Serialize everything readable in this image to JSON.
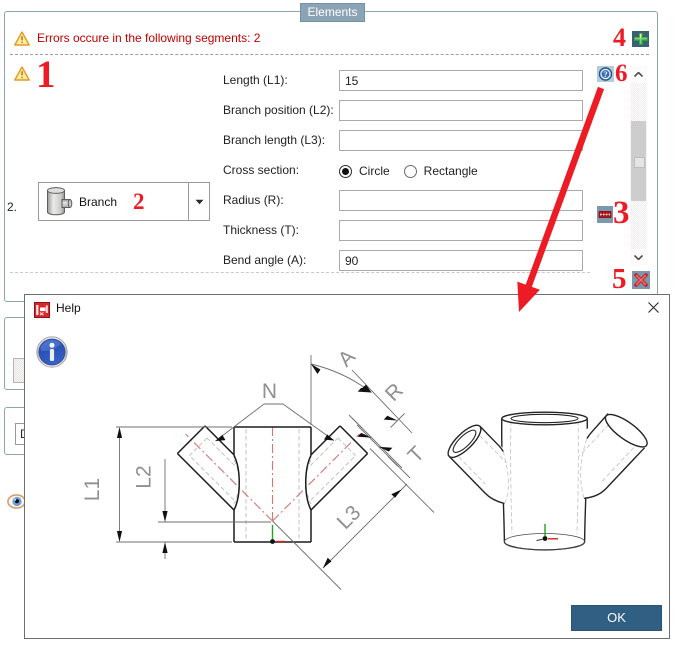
{
  "colors": {
    "panel_border": "#8ca4b6",
    "tab_fill": "#8ba3b5",
    "error_red": "#c00000",
    "annotation_red": "#ed1c24",
    "ok_button": "#305f83",
    "icon_square_blue": "#7d98ac",
    "add_icon_bg": "#3a5f78"
  },
  "elements_panel": {
    "tab_label": "Elements",
    "error_banner": "Errors occure in the following segments: 2",
    "segment": {
      "index_label": "2.",
      "type_label": "Branch",
      "type_icon": "pipe-branch-icon"
    },
    "form": {
      "rows": [
        {
          "label": "Length (L1):",
          "value": "15"
        },
        {
          "label": "Branch position (L2):",
          "value": ""
        },
        {
          "label": "Branch length (L3):",
          "value": ""
        },
        {
          "label": "Cross section:",
          "value": ""
        },
        {
          "label": "Radius (R):",
          "value": ""
        },
        {
          "label": "Thickness (T):",
          "value": ""
        },
        {
          "label": "Bend angle (A):",
          "value": "90"
        }
      ],
      "cross_section": {
        "options": [
          "Circle",
          "Rectangle"
        ],
        "selected": "Circle"
      }
    }
  },
  "callouts": {
    "c1": "1",
    "c2": "2",
    "c3": "3",
    "c4": "4",
    "c5": "5",
    "c6": "6"
  },
  "help_dialog": {
    "title": "Help",
    "ok_label": "OK",
    "drawing_labels": {
      "L1": "L1",
      "L2": "L2",
      "L3": "L3",
      "N": "N",
      "A": "A",
      "R": "R",
      "T": "T"
    }
  }
}
